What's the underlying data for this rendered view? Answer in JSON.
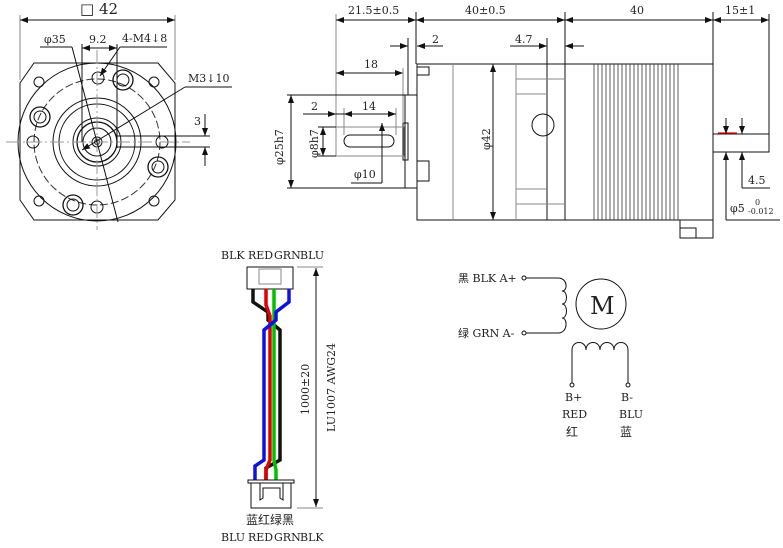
{
  "front_view": {
    "square_size": "□ 42",
    "pilot_dia": "φ35",
    "flat_width": "9.2",
    "mount_holes": "4-M4↓8",
    "center_thread": "M3↓10",
    "flat_depth": "3"
  },
  "side_view": {
    "shaft_length": "21.5±0.5",
    "gearbox_length": "40±0.5",
    "motor_length": "40",
    "rear_shaft_length": "15±1",
    "flange_thickness": "2",
    "offset": "4.7",
    "shaft_to_flange": "18",
    "key_offset": "2",
    "key_length": "14",
    "pilot_dia": "φ25h7",
    "shaft_dia": "φ8h7",
    "shoulder_dia": "φ10",
    "body_dia": "φ42",
    "rear_flat": "4.5",
    "rear_shaft_dia": "φ5",
    "rear_tol_upper": "0",
    "rear_tol_lower": "-0.012"
  },
  "cable": {
    "top_labels": [
      "BLK",
      "RED",
      "GRN",
      "BLU"
    ],
    "length": "1000±20",
    "wire_spec": "LU1007 AWG24",
    "bottom_cn": "蓝红绿黑",
    "bottom_labels": [
      "BLU",
      "RED",
      "GRN",
      "BLK"
    ],
    "colors": {
      "blk": "#111111",
      "red": "#e00000",
      "grn": "#00c000",
      "blu": "#1010e0"
    }
  },
  "schematic": {
    "a_plus": "黑  BLK  A+",
    "a_minus": "绿  GRN  A-",
    "motor": "M",
    "b_plus": "B+",
    "b_plus_color": "RED",
    "b_plus_cn": "红",
    "b_minus": "B-",
    "b_minus_color": "BLU",
    "b_minus_cn": "蓝"
  }
}
